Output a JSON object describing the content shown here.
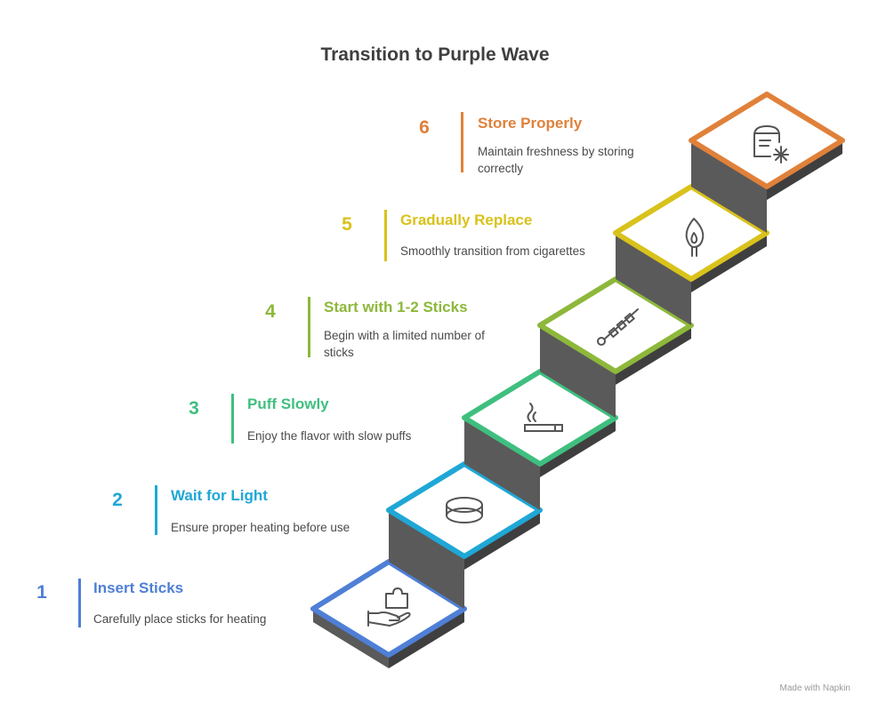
{
  "title": "Transition to Purple Wave",
  "steps": [
    {
      "num": "1",
      "heading": "Insert Sticks",
      "desc": "Carefully place sticks for heating",
      "color": "#4f7fd6",
      "icon": "hand-puzzle-icon"
    },
    {
      "num": "2",
      "heading": "Wait for Light",
      "desc": "Ensure proper heating before use",
      "color": "#1fa7d6",
      "icon": "ring-icon"
    },
    {
      "num": "3",
      "heading": "Puff Slowly",
      "desc": "Enjoy the flavor with slow puffs",
      "color": "#3fbf7f",
      "icon": "cigarette-icon"
    },
    {
      "num": "4",
      "heading": "Start with 1-2 Sticks",
      "desc": "Begin with a limited number of sticks",
      "color": "#8db83a",
      "icon": "skewer-icon"
    },
    {
      "num": "5",
      "heading": "Gradually Replace",
      "desc": "Smoothly transition from cigarettes",
      "color": "#d9c21b",
      "icon": "match-flame-icon"
    },
    {
      "num": "6",
      "heading": "Store Properly",
      "desc": "Maintain freshness by storing correctly",
      "color": "#e0813a",
      "icon": "cold-storage-icon"
    }
  ],
  "footer": "Made with Napkin"
}
